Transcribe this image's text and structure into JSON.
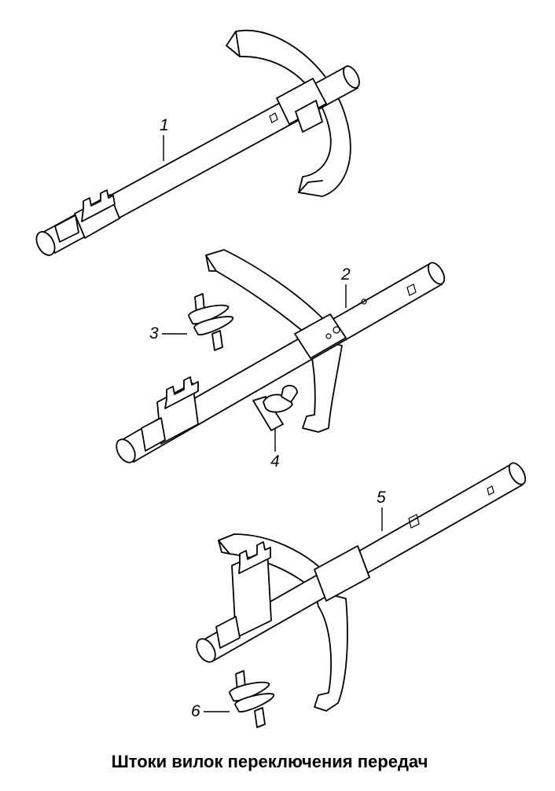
{
  "diagram": {
    "caption": "Штоки вилок переключения передач",
    "callouts": [
      {
        "id": "1",
        "label": "1"
      },
      {
        "id": "2",
        "label": "2"
      },
      {
        "id": "3",
        "label": "3"
      },
      {
        "id": "4",
        "label": "4"
      },
      {
        "id": "5",
        "label": "5"
      },
      {
        "id": "6",
        "label": "6"
      }
    ]
  }
}
